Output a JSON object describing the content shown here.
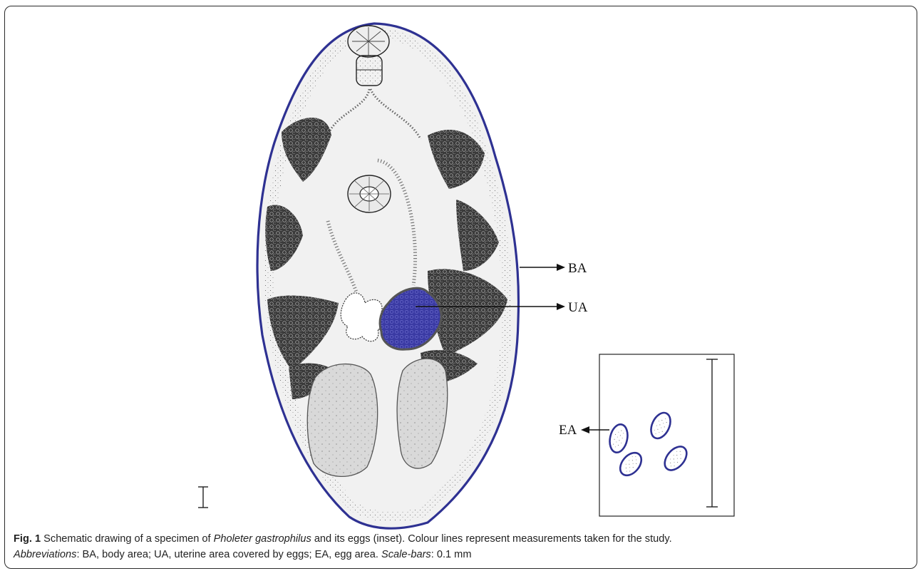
{
  "figure": {
    "labels": {
      "body_area": "BA",
      "uterine_area": "UA",
      "egg_area": "EA"
    },
    "colors": {
      "outline": "#2e3192",
      "uterus_fill": "#3a3aa3",
      "body_fill": "#f1f1f1",
      "testis_fill": "#d8d8d8",
      "vitellaria": "#2b2b2b"
    }
  },
  "caption": {
    "fig_label": "Fig. 1",
    "text1": " Schematic drawing of a specimen of ",
    "species": "Pholeter gastrophilus",
    "text2": " and its eggs (inset). Colour lines represent measurements taken for the study.",
    "abbr_label": "Abbreviations",
    "abbr_text": ": BA, body area; UA, uterine area covered by eggs; EA, egg area. ",
    "scale_label": "Scale-bars",
    "scale_text": ": 0.1 mm"
  }
}
